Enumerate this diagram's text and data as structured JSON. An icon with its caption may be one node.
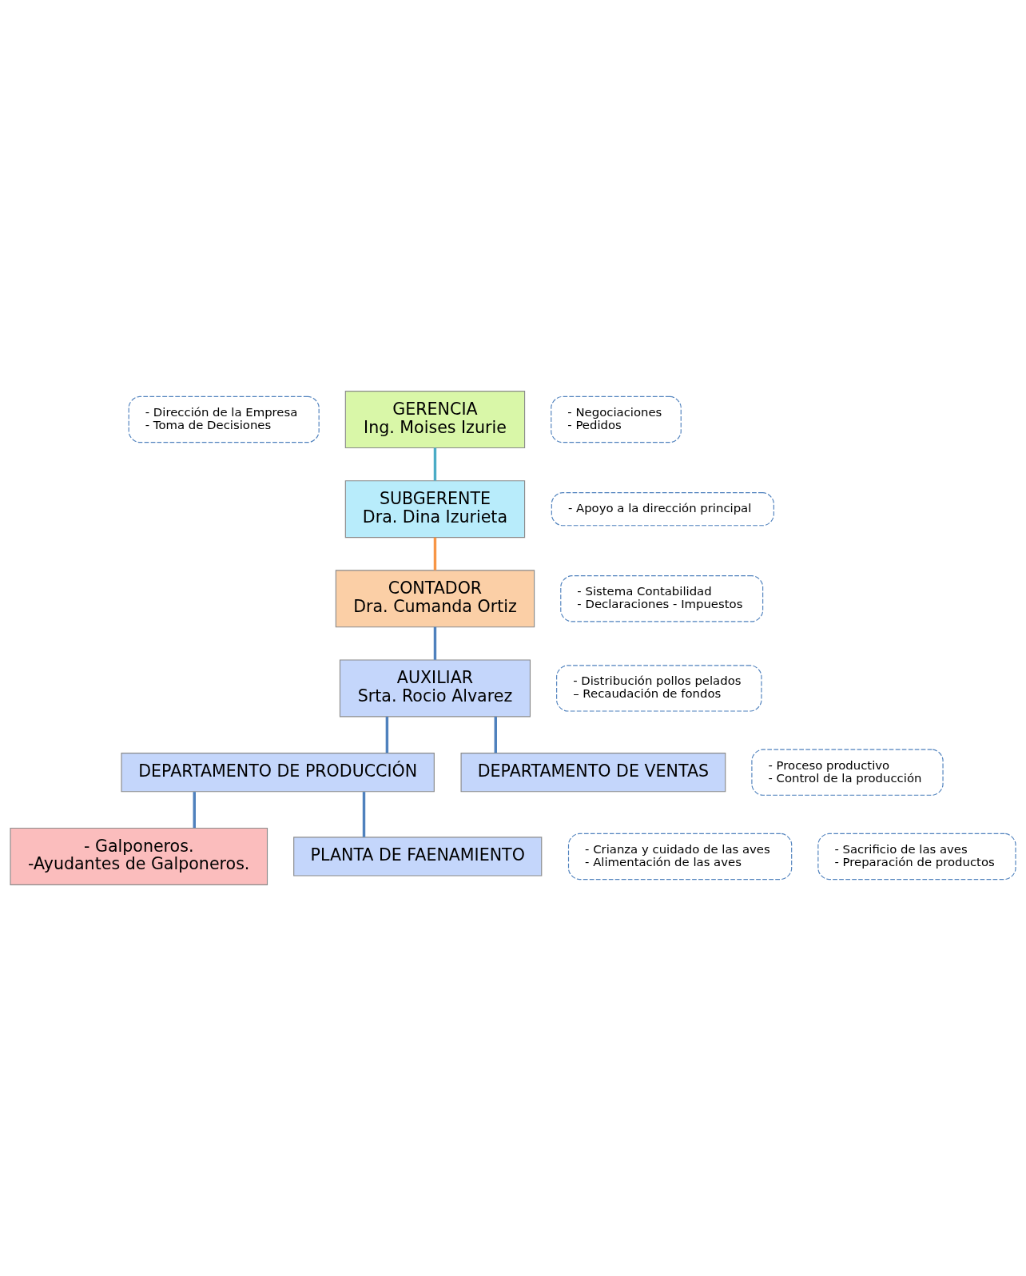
{
  "diagram": {
    "nodes": [
      {
        "text": [
          "- Dirección de la Empresa",
          "- Toma de Decisiones"
        ]
      },
      {
        "text": [
          "GERENCIA",
          "Ing. Moises Izurie"
        ]
      },
      {
        "text": [
          "- Negociaciones",
          "- Pedidos"
        ]
      },
      {
        "text": [
          "- Apoyo a la dirección principal"
        ]
      },
      {
        "text": [
          "SUBGERENTE",
          "Dra. Dina Izurieta"
        ]
      },
      {
        "text": [
          "CONTADOR",
          "Dra. Cumanda Ortiz"
        ]
      },
      {
        "text": [
          "- Sistema Contabilidad",
          "- Declaraciones - Impuestos"
        ]
      },
      {
        "text": [
          "AUXILIAR",
          "Srta. Rocio Alvarez"
        ]
      },
      {
        "text": [
          "- Distribución pollos pelados",
          "– Recaudación de fondos"
        ]
      },
      {
        "text": [
          "- Proceso productivo",
          "- Control de la producción"
        ]
      },
      {
        "text": [
          "DEPARTAMENTO DE PRODUCCIÓN"
        ]
      },
      {
        "text": [
          "DEPARTAMENTO DE VENTAS"
        ]
      },
      {
        "text": [
          "- Galponeros.",
          "-Ayudantes de Galponeros."
        ]
      },
      {
        "text": [
          "- Crianza y cuidado de las aves",
          "- Alimentación de las aves"
        ]
      },
      {
        "text": [
          "PLANTA DE FAENAMIENTO"
        ]
      },
      {
        "text": [
          "- Sacrificio de las aves",
          "- Preparación de productos"
        ]
      }
    ],
    "edges": [
      {
        "from": 1,
        "to": 4,
        "arrow": "none",
        "color": "#4bacc6"
      },
      {
        "from": 4,
        "to": 5,
        "arrow": "none",
        "color": "#f79646"
      },
      {
        "from": 5,
        "to": 7,
        "arrow": "none"
      },
      {
        "from": 7,
        "to": 10,
        "arrow": "none"
      },
      {
        "from": 7,
        "to": 11,
        "arrow": "none"
      },
      {
        "from": 10,
        "to": 12,
        "arrow": "none"
      },
      {
        "from": 10,
        "to": 14,
        "arrow": "none"
      }
    ]
  }
}
